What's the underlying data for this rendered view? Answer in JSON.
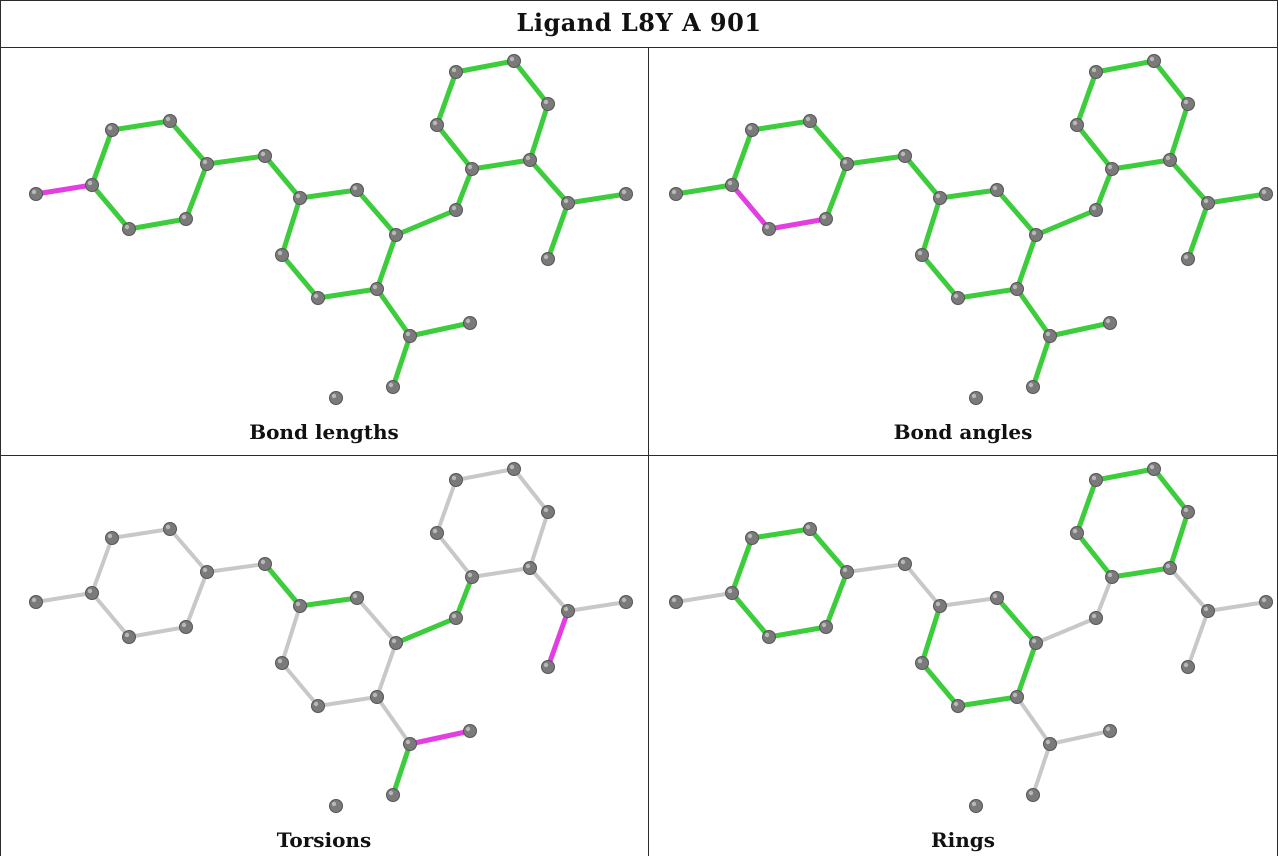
{
  "title": "Ligand L8Y A 901",
  "colors": {
    "ok": "#3ccc3c",
    "outlier": "#e23ee2",
    "neutral": "#c8c8c8",
    "atom": "#7a7a7a"
  },
  "panels": [
    {
      "label": "Bond lengths",
      "bonds": [
        "g",
        "g",
        "g",
        "g",
        "g",
        "g",
        "m",
        "g",
        "g",
        "g",
        "g",
        "g",
        "g",
        "g",
        "g",
        "g",
        "g",
        "g",
        "g",
        "g",
        "g",
        "g",
        "g",
        "g",
        "g",
        "g",
        "g",
        "g",
        "g"
      ]
    },
    {
      "label": "Bond angles",
      "bonds": [
        "g",
        "g",
        "g",
        "g",
        "m",
        "m",
        "g",
        "g",
        "g",
        "g",
        "g",
        "g",
        "g",
        "g",
        "g",
        "g",
        "g",
        "g",
        "g",
        "g",
        "g",
        "g",
        "g",
        "g",
        "g",
        "g",
        "g",
        "g",
        "g"
      ]
    },
    {
      "label": "Torsions",
      "bonds": [
        "n",
        "n",
        "n",
        "n",
        "n",
        "n",
        "n",
        "n",
        "g",
        "g",
        "n",
        "n",
        "n",
        "n",
        "n",
        "g",
        "g",
        "n",
        "n",
        "n",
        "n",
        "n",
        "n",
        "n",
        "n",
        "m",
        "n",
        "m",
        "g"
      ]
    },
    {
      "label": "Rings",
      "bonds": [
        "g",
        "g",
        "g",
        "g",
        "g",
        "g",
        "n",
        "n",
        "n",
        "n",
        "g",
        "g",
        "g",
        "g",
        "g",
        "n",
        "n",
        "g",
        "g",
        "g",
        "g",
        "g",
        "g",
        "n",
        "n",
        "n",
        "n",
        "n",
        "n"
      ]
    }
  ]
}
